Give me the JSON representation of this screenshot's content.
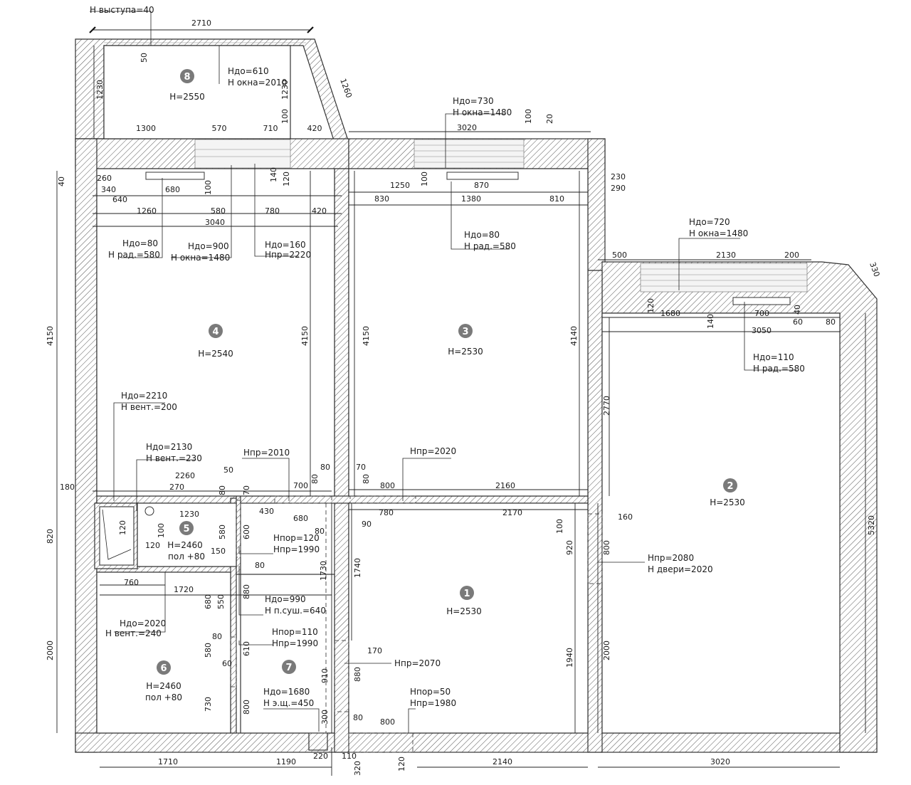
{
  "rooms": [
    {
      "number": "1",
      "height": "H=2530"
    },
    {
      "number": "2",
      "height": "H=2530"
    },
    {
      "number": "3",
      "height": "H=2530"
    },
    {
      "number": "4",
      "height": "H=2540"
    },
    {
      "number": "5",
      "height": "H=2460",
      "extra": "пол +80"
    },
    {
      "number": "6",
      "height": "H=2460",
      "extra": "пол +80"
    },
    {
      "number": "7"
    },
    {
      "number": "8",
      "height": "H=2550"
    }
  ],
  "annotations": {
    "balcony_projection": "H выступа=40",
    "balcony_window": [
      "Hдо=610",
      "H окна=2010"
    ],
    "room3_window": [
      "Hдо=730",
      "H окна=1480"
    ],
    "room3_radiator": [
      "Hдо=80",
      "H рад.=580"
    ],
    "room2_window": [
      "Hдо=720",
      "H окна=1480"
    ],
    "room2_radiator": [
      "Hдо=110",
      "H рад.=580"
    ],
    "room4_radiator": [
      "Hдо=80",
      "H рад.=580"
    ],
    "room4_window": [
      "Hдо=900",
      "H окна=1480"
    ],
    "room4_door": [
      "Hдо=160",
      "Hпр=2220"
    ],
    "vent_room6_upper": [
      "Hдо=2210",
      "H вент.=200"
    ],
    "vent_room5": [
      "Hдо=2130",
      "H вент.=230"
    ],
    "vent_room6": [
      "Hдо=2020",
      "H вент.=240"
    ],
    "opening_4": "Hпр=2010",
    "opening_3": "Hпр=2020",
    "opening_5": [
      "Hпор=120",
      "Hпр=1990"
    ],
    "towel_dryer": [
      "Hдо=990",
      "H п.суш.=640"
    ],
    "opening_6": [
      "Hпор=110",
      "Hпр=1990"
    ],
    "opening_7": "Hпр=2070",
    "panel_7": [
      "Hдо=1680",
      "H э.щ.=450"
    ],
    "entry": [
      "Hпор=50",
      "Hпр=1980"
    ],
    "door_2": [
      "Hпр=2080",
      "H двери=2020"
    ]
  },
  "dimensions": {
    "top_2710": "2710",
    "d50": "50",
    "d1230a": "1230",
    "d1230b": "1230",
    "d1260": "1260",
    "d1300": "1300",
    "d570": "570",
    "d710": "710",
    "d420a": "420",
    "d100a": "100",
    "d3020top": "3020",
    "d100b": "100",
    "d20": "20",
    "d40": "40",
    "d260": "260",
    "d340": "340",
    "d640": "640",
    "d680top": "680",
    "d100c": "100",
    "d1260b": "1260",
    "d580": "580",
    "d780": "780",
    "d420b": "420",
    "d3040": "3040",
    "d140": "140",
    "d120": "120",
    "d1250": "1250",
    "d100d": "100",
    "d870": "870",
    "d830": "830",
    "d1380": "1380",
    "d810": "810",
    "d230": "230",
    "d290": "290",
    "d500": "500",
    "d2130": "2130",
    "d200": "200",
    "d330": "330",
    "d120b": "120",
    "d1680": "1680",
    "d700a": "700",
    "d140b": "140",
    "d40b": "40",
    "d60": "60",
    "d80a": "80",
    "d3050": "3050",
    "d4150a": "4150",
    "d4150b": "4150",
    "d4150c": "4150",
    "d4140": "4140",
    "d2770": "2770",
    "d5320": "5320",
    "d180": "180",
    "d2260": "2260",
    "d270": "270",
    "d50b": "50",
    "d80b": "80",
    "d70": "70",
    "d700b": "700",
    "d80c": "80",
    "d70b": "70",
    "d80d": "80",
    "d800a": "800",
    "d2160": "2160",
    "d1230c": "1230",
    "d430": "430",
    "d680": "680",
    "d80e": "80",
    "d780b": "780",
    "d2170": "2170",
    "d90": "90",
    "d100e": "100",
    "d160": "160",
    "d820": "820",
    "d120c": "120",
    "d100f": "100",
    "d120d": "120",
    "d580b": "580",
    "d600": "600",
    "d150": "150",
    "d80f": "80",
    "d920": "920",
    "d800b": "800",
    "d760": "760",
    "d1720": "1720",
    "d1730": "1730",
    "d1740": "1740",
    "d680b": "680",
    "d550": "550",
    "d880a": "880",
    "d80g": "80",
    "d2000a": "2000",
    "d580c": "580",
    "d610": "610",
    "d60b": "60",
    "d170": "170",
    "d910": "910",
    "d880b": "880",
    "d1940": "1940",
    "d2000b": "2000",
    "d730": "730",
    "d800c": "800",
    "d300": "300",
    "d80h": "80",
    "d800d": "800",
    "d220": "220",
    "d110": "110",
    "d320": "320",
    "d120e": "120",
    "d1710": "1710",
    "d1190": "1190",
    "d2140": "2140",
    "d3020bot": "3020"
  }
}
